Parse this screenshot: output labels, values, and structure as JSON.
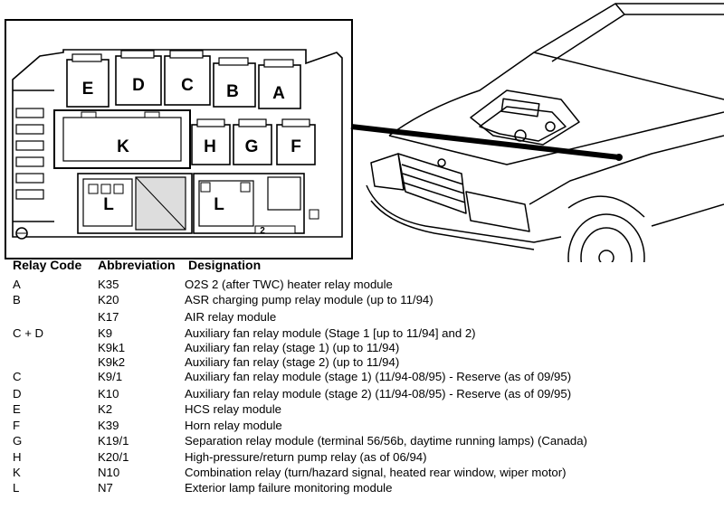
{
  "diagram": {
    "relay_labels": {
      "E": "E",
      "D": "D",
      "C": "C",
      "B": "B",
      "A": "A",
      "K": "K",
      "H": "H",
      "G": "G",
      "F": "F",
      "L1": "L",
      "L2": "L",
      "n2": "2"
    }
  },
  "legend": {
    "headers": {
      "code": "Relay Code",
      "abbr": "Abbreviation",
      "desc": "Designation"
    },
    "rows": [
      {
        "code": "A",
        "abbr": "K35",
        "desc": "O2S 2 (after TWC) heater relay module"
      },
      {
        "code": "B",
        "abbr": "K20",
        "desc": "ASR charging pump relay module (up to 11/94)"
      },
      {
        "code": "",
        "abbr": "K17",
        "desc": "AIR relay module"
      },
      {
        "code": "C + D",
        "abbr": "K9",
        "desc": "Auxiliary fan relay module (Stage 1 [up to 11/94] and 2)"
      },
      {
        "code": "",
        "abbr": "K9k1",
        "desc": "Auxiliary fan relay (stage 1) (up to 11/94)"
      },
      {
        "code": "",
        "abbr": "K9k2",
        "desc": "Auxiliary fan relay (stage 2) (up to 11/94)"
      },
      {
        "code": "C",
        "abbr": "K9/1",
        "desc": "Auxiliary fan relay module (stage 1) (11/94-08/95) - Reserve (as of 09/95)"
      },
      {
        "code": "D",
        "abbr": "K10",
        "desc": "Auxiliary fan relay module (stage 2) (11/94-08/95) - Reserve (as of 09/95)"
      },
      {
        "code": "E",
        "abbr": "K2",
        "desc": "HCS relay module"
      },
      {
        "code": "F",
        "abbr": "K39",
        "desc": "Horn relay module"
      },
      {
        "code": "G",
        "abbr": "K19/1",
        "desc": "Separation relay module (terminal 56/56b, daytime  running lamps) (Canada)"
      },
      {
        "code": "H",
        "abbr": "K20/1",
        "desc": "High-pressure/return pump relay (as of 06/94)"
      },
      {
        "code": "K",
        "abbr": "N10",
        "desc": "Combination relay (turn/hazard signal, heated rear window, wiper motor)"
      },
      {
        "code": "L",
        "abbr": "N7",
        "desc": "Exterior lamp failure monitoring module"
      }
    ]
  }
}
